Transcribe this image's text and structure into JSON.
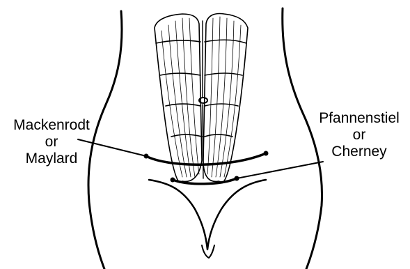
{
  "labels": {
    "left": {
      "line1": "Mackenrodt",
      "line2": "or",
      "line3": "Maylard"
    },
    "right": {
      "line1": "Pfannenstiel",
      "line2": "or",
      "line3": "Cherney"
    }
  },
  "colors": {
    "ink": "#000000",
    "background": "#ffffff"
  }
}
